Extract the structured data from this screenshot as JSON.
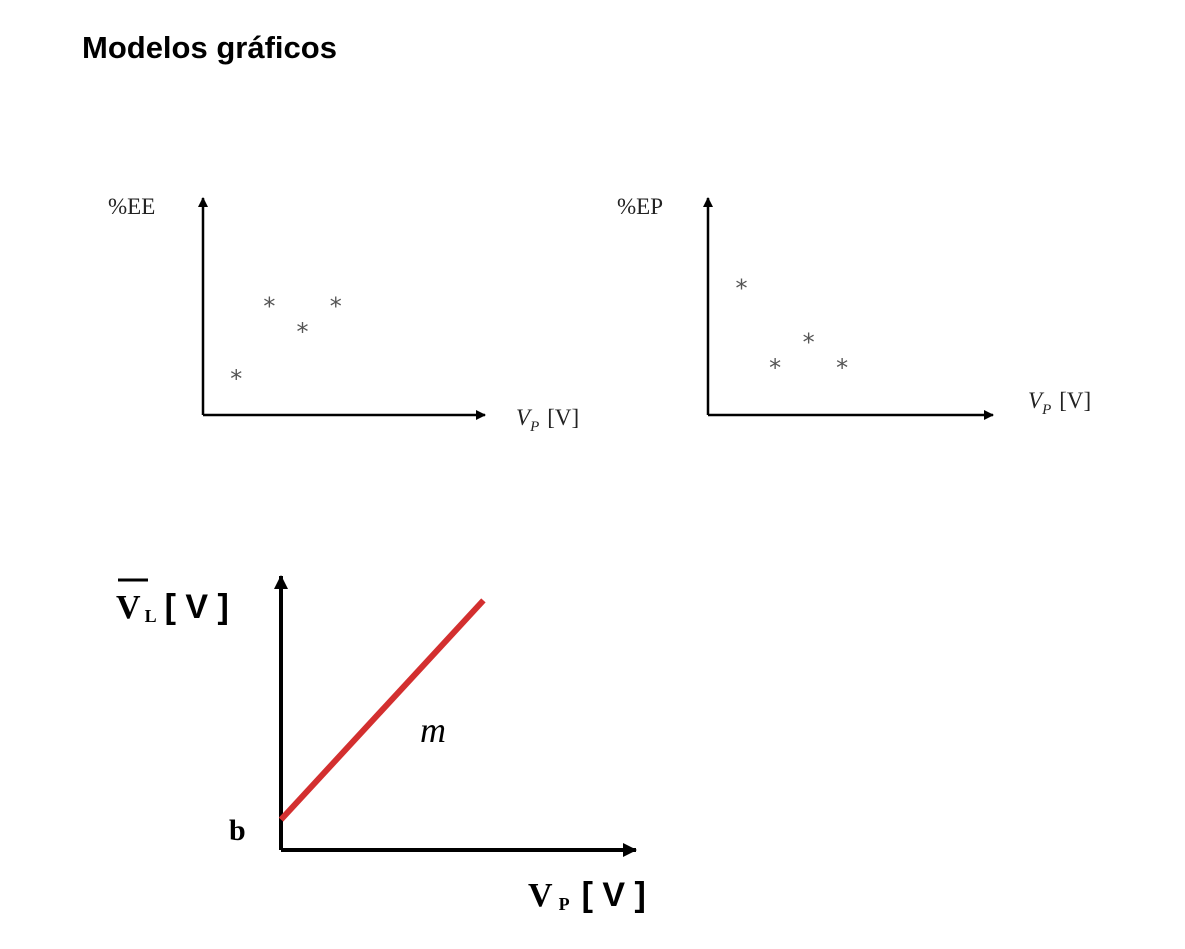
{
  "page_title": "Modelos gráficos",
  "colors": {
    "line": "#d32f2f",
    "axis": "#000000",
    "marker": "#555555"
  },
  "chart_data": [
    {
      "type": "scatter",
      "marker": "*",
      "ylabel": "%EE",
      "xlabel": {
        "main": "V",
        "sub": "P",
        "unit": "[V]"
      },
      "x": [
        1,
        2,
        3,
        4
      ],
      "y": [
        1.0,
        3.0,
        2.3,
        3.0
      ],
      "ylim": [
        0,
        6
      ],
      "xlim": [
        0,
        8.5
      ],
      "grid": false
    },
    {
      "type": "scatter",
      "marker": "*",
      "ylabel": "%EP",
      "xlabel": {
        "main": "V",
        "sub": "P",
        "unit": "[V]"
      },
      "x": [
        1,
        2,
        3,
        4
      ],
      "y": [
        3.5,
        1.3,
        2.0,
        1.3
      ],
      "ylim": [
        0,
        6
      ],
      "xlim": [
        0,
        8.5
      ],
      "grid": false
    },
    {
      "type": "line",
      "ylabel": {
        "main": "V",
        "sub": "L",
        "unit": "[ V ]",
        "overline": true
      },
      "xlabel": {
        "main": "V",
        "sub": "P",
        "unit": "[ V ]"
      },
      "intercept_label": "b",
      "slope_label": "m",
      "x": [
        0,
        5.7
      ],
      "y": [
        1,
        8.2
      ],
      "xlim": [
        0,
        10
      ],
      "ylim": [
        0,
        9
      ],
      "grid": false
    }
  ]
}
